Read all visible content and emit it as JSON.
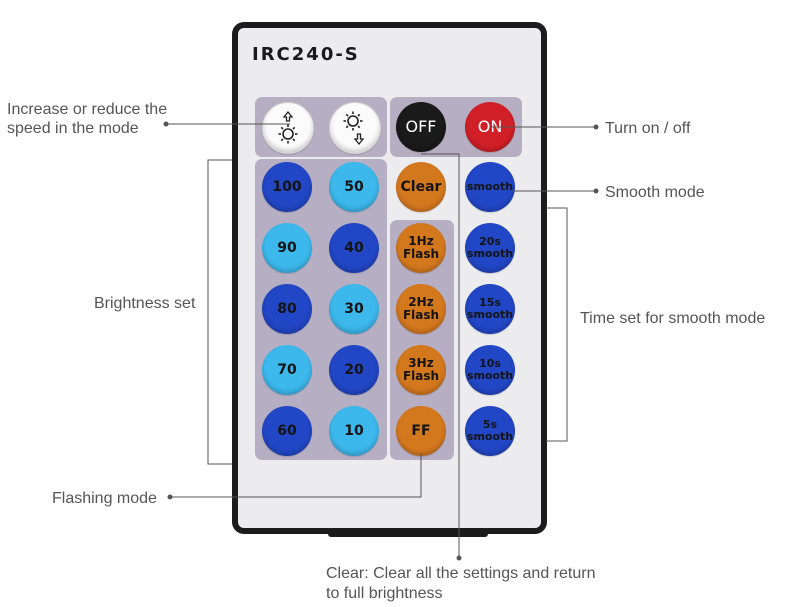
{
  "remote": {
    "model": "IRC240-S"
  },
  "buttons": {
    "speed_up_icon": "sun-up-arrow-icon",
    "speed_down_icon": "sun-down-arrow-icon",
    "off": "OFF",
    "on": "ON",
    "clear": "Clear",
    "ff": "FF",
    "brightness": [
      "100",
      "50",
      "90",
      "40",
      "80",
      "30",
      "70",
      "20",
      "60",
      "10"
    ],
    "flash": [
      "1Hz\nFlash",
      "2Hz\nFlash",
      "3Hz\nFlash"
    ],
    "smooth": [
      "smooth",
      "20s\nsmooth",
      "15s\nsmooth",
      "10s\nsmooth",
      "5s\nsmooth"
    ]
  },
  "labels": {
    "speed_line1": "Increase or reduce the",
    "speed_line2": "speed in the mode",
    "brightness_set": "Brightness set",
    "flashing_mode": "Flashing mode",
    "turn_on_off": "Turn on / off",
    "smooth_mode": "Smooth mode",
    "time_set": "Time set for smooth mode",
    "clear_line1": "Clear: Clear all the settings and return",
    "clear_line2": "to full brightness"
  },
  "colors": {
    "dark_blue": "#2247c6",
    "light_blue": "#3cb8ec",
    "orange": "#d4781e",
    "on_red": "#d11f27",
    "off_black": "#1a1a1a",
    "panel": "#b6afc3"
  }
}
